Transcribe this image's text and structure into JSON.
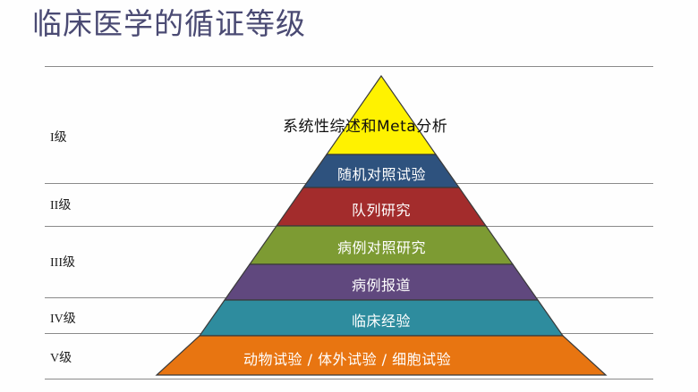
{
  "title": "临床医学的循证等级",
  "title_color": "#4a4a73",
  "background_color": "#ffffff",
  "grades": [
    {
      "label": "I级"
    },
    {
      "label": "II级"
    },
    {
      "label": "III级"
    },
    {
      "label": "IV级"
    },
    {
      "label": "V级"
    }
  ],
  "pyramid": {
    "outline_color": "#3a3a3a",
    "tiers": [
      {
        "label": "系统性综述和Meta分析",
        "color": "#fff200",
        "text_color": "#101010"
      },
      {
        "label": "随机对照试验",
        "color": "#2e527e",
        "text_color": "#ffffff"
      },
      {
        "label": "队列研究",
        "color": "#a32c2c",
        "text_color": "#ffffff"
      },
      {
        "label": "病例对照研究",
        "color": "#7d9b33",
        "text_color": "#ffffff"
      },
      {
        "label": "病例报道",
        "color": "#60487e",
        "text_color": "#ffffff"
      },
      {
        "label": "临床经验",
        "color": "#2e8c9e",
        "text_color": "#ffffff"
      },
      {
        "label": "动物试验 / 体外试验 / 细胞试验",
        "color": "#e87511",
        "text_color": "#ffffff"
      }
    ]
  }
}
